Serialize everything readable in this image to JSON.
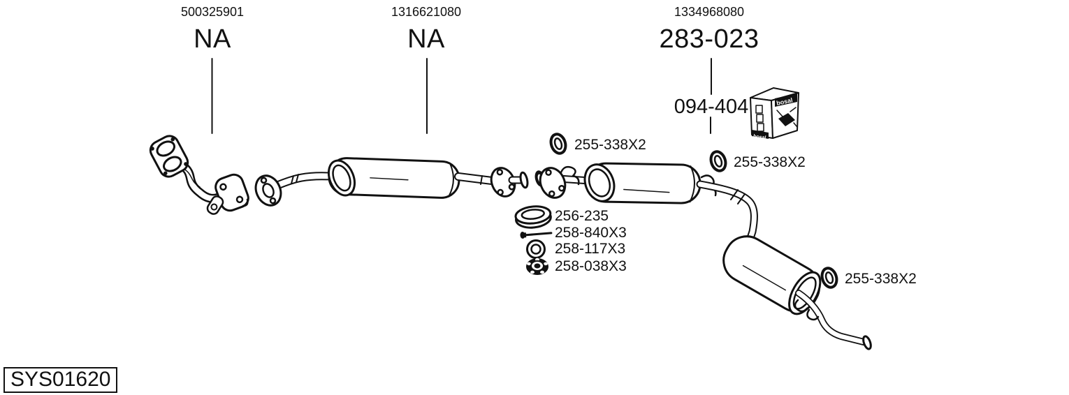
{
  "background_color": "#ffffff",
  "ink_color": "#111111",
  "system_code": "SYS01620",
  "header_columns": [
    {
      "oe_number": "500325901",
      "bosal_part": "NA"
    },
    {
      "oe_number": "1316621080",
      "bosal_part": "NA"
    },
    {
      "oe_number": "1334968080",
      "bosal_part": "283-023"
    }
  ],
  "fitting_kit": {
    "part_number": "094-404",
    "brand": "bosal"
  },
  "gasket_labels": [
    "255-338X2",
    "255-338X2",
    "255-338X2"
  ],
  "hardware_items": [
    {
      "part_number": "256-235",
      "icon": "flat-gasket-ring-icon"
    },
    {
      "part_number": "258-840X3",
      "icon": "bolt-icon"
    },
    {
      "part_number": "258-117X3",
      "icon": "washer-icon"
    },
    {
      "part_number": "258-038X3",
      "icon": "flange-nut-icon"
    }
  ]
}
